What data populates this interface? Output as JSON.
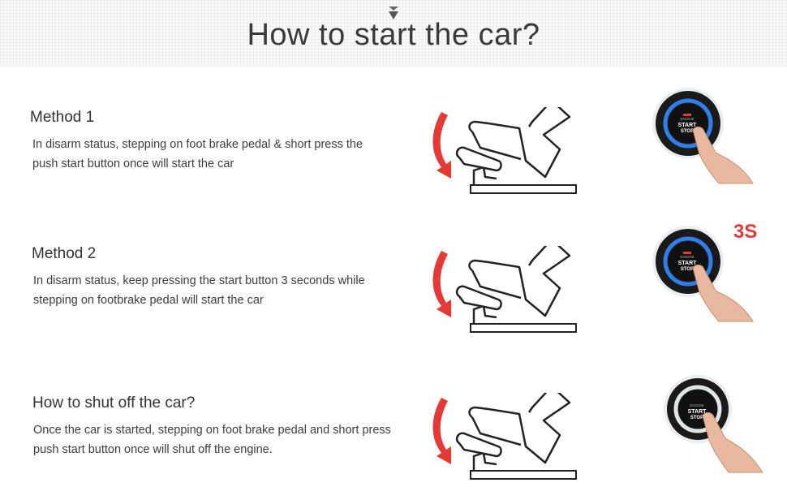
{
  "header": {
    "title": "How to start the car?"
  },
  "methods": [
    {
      "heading": "Method 1",
      "line1": "In disarm status, stepping on foot brake pedal & short press the",
      "line2": "push start button once will start the car"
    },
    {
      "heading": "Method 2",
      "line1": "In disarm status, keep pressing the start button 3 seconds while",
      "line2": "stepping on footbrake pedal will start the car",
      "badge": "3S"
    },
    {
      "heading": "How to shut off the car?",
      "line1": "Once the car is started, stepping on foot brake pedal and short press",
      "line2": "push start button once will shut off the engine."
    }
  ],
  "button_label": {
    "top": "ENGINE",
    "middle": "START",
    "bottom": "STOP"
  },
  "colors": {
    "accent_red": "#e53935",
    "ring_blue": "#2f7fe8",
    "ring_white": "#e8eef2",
    "text": "#333333"
  },
  "icons": [
    "down-arrow-icon",
    "red-curved-arrow-icon",
    "foot-pedal-icon",
    "start-stop-button-icon",
    "pressing-finger-icon"
  ]
}
